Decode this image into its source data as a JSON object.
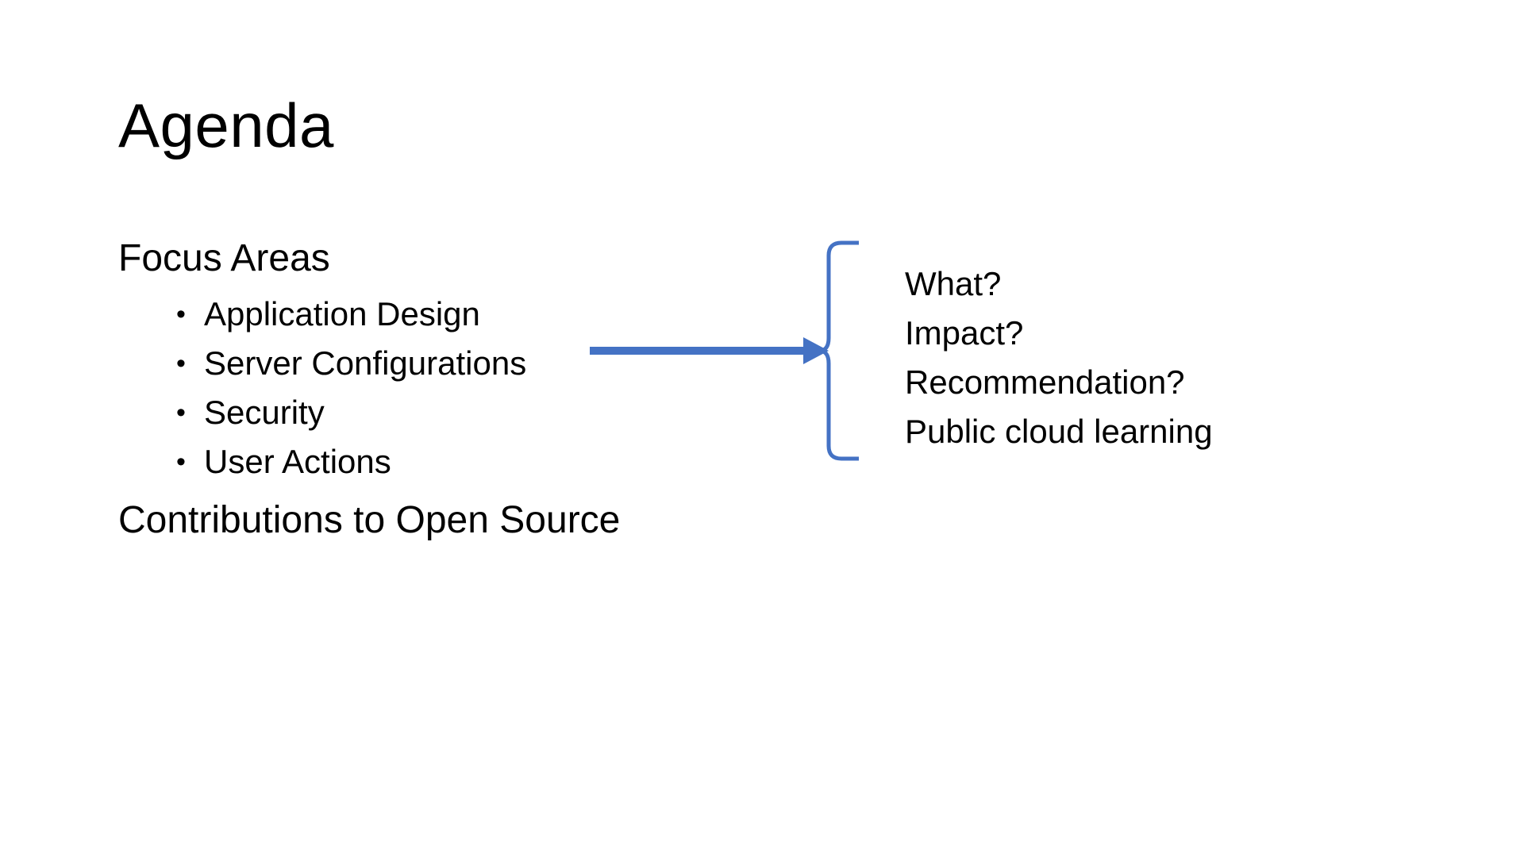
{
  "slide": {
    "title": "Agenda",
    "focus_heading": "Focus Areas",
    "focus_items": [
      {
        "label": "Application Design"
      },
      {
        "label": "Server Configurations"
      },
      {
        "label": "Security"
      },
      {
        "label": "User Actions"
      }
    ],
    "contributions_heading": "Contributions to Open Source",
    "bullet_symbol": "•",
    "questions": [
      {
        "label": "What?"
      },
      {
        "label": "Impact?"
      },
      {
        "label": "Recommendation?"
      },
      {
        "label": "Public cloud learning"
      }
    ]
  },
  "colors": {
    "accent": "#4472C4",
    "text": "#000000",
    "background": "#FFFFFF"
  }
}
